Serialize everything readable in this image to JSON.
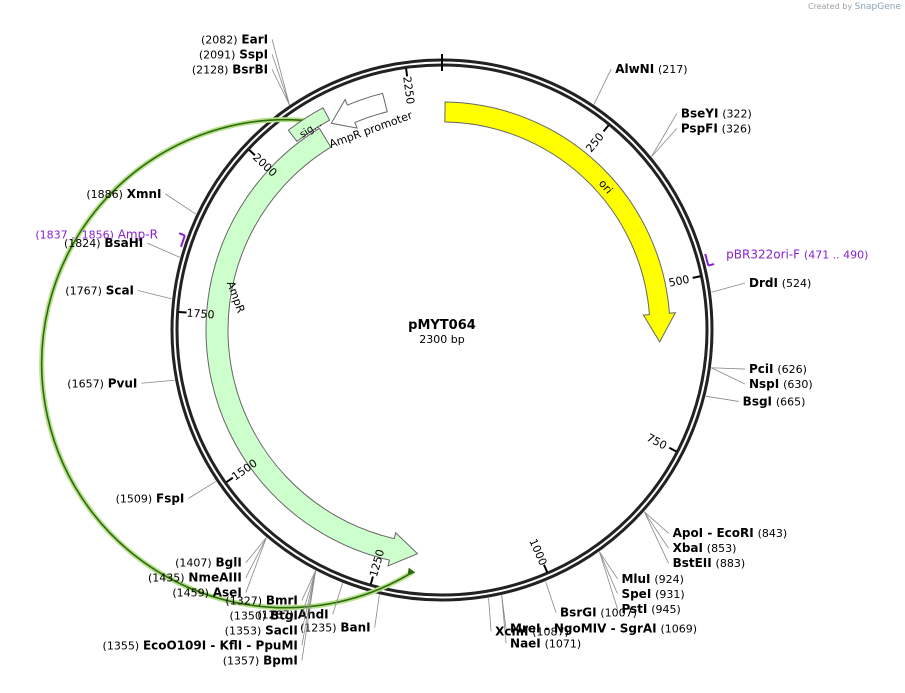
{
  "credit": {
    "prefix": "Created by",
    "brand": "SnapGene"
  },
  "plasmid": {
    "name": "pMYT064",
    "size_label": "2300 bp",
    "length": 2300
  },
  "ticks": [
    {
      "pos": 250,
      "label": "250"
    },
    {
      "pos": 500,
      "label": "500"
    },
    {
      "pos": 750,
      "label": "750"
    },
    {
      "pos": 1000,
      "label": "1000"
    },
    {
      "pos": 1250,
      "label": "1250"
    },
    {
      "pos": 1500,
      "label": "1500"
    },
    {
      "pos": 1750,
      "label": "1750"
    },
    {
      "pos": 2000,
      "label": "2000"
    },
    {
      "pos": 2250,
      "label": "2250"
    }
  ],
  "features": [
    {
      "name": "ori",
      "start": 5,
      "end": 595,
      "direction": "cw",
      "color": "#ffff00",
      "label": "ori"
    },
    {
      "name": "AmpR",
      "start": 1190,
      "end": 2100,
      "direction": "ccw",
      "color": "#ccffcc",
      "label": "AmpR"
    },
    {
      "name": "sig",
      "start": 2060,
      "end": 2120,
      "direction": "none",
      "color": "#ccffcc",
      "label": "sig..."
    },
    {
      "name": "AmpR promoter",
      "start": 2120,
      "end": 2210,
      "direction": "ccw",
      "color": "#ffffff",
      "label": "AmpR promoter"
    }
  ],
  "primers": [
    {
      "name": "pBR322ori-F",
      "label": "pBR322ori-F",
      "range": "(471 .. 490)",
      "pos": 480,
      "color": "#8822cc"
    },
    {
      "name": "Amp-R",
      "label": "Amp-R",
      "range": "(1837 .. 1856)",
      "pos": 1846,
      "color": "#8822cc"
    }
  ],
  "sites": [
    {
      "name": "AlwNI",
      "pos": 217,
      "lines": [
        {
          "name": "AlwNI",
          "num": "(217)"
        }
      ]
    },
    {
      "name": "BseYI",
      "pos": 322,
      "lines": [
        {
          "name": "BseYI",
          "num": "(322)"
        },
        {
          "name": "PspFI",
          "num": "(326)"
        }
      ]
    },
    {
      "name": "DrdI",
      "pos": 524,
      "lines": [
        {
          "name": "DrdI",
          "num": "(524)"
        }
      ]
    },
    {
      "name": "PciI",
      "pos": 626,
      "lines": [
        {
          "name": "PciI",
          "num": "(626)"
        },
        {
          "name": "NspI",
          "num": "(630)"
        }
      ]
    },
    {
      "name": "BsgI",
      "pos": 665,
      "lines": [
        {
          "name": "BsgI",
          "num": "(665)"
        }
      ]
    },
    {
      "name": "ApoI",
      "pos": 843,
      "lines": [
        {
          "name": "ApoI  - EcoRI",
          "num": "(843)"
        },
        {
          "name": "XbaI",
          "num": "(853)"
        },
        {
          "name": "BstEII",
          "num": "(883)"
        }
      ]
    },
    {
      "name": "MluI",
      "pos": 924,
      "lines": [
        {
          "name": "MluI",
          "num": "(924)"
        },
        {
          "name": "SpeI",
          "num": "(931)"
        },
        {
          "name": "PstI",
          "num": "(945)"
        }
      ]
    },
    {
      "name": "BsrGI",
      "pos": 1007,
      "lines": [
        {
          "name": "BsrGI",
          "num": "(1007)"
        }
      ]
    },
    {
      "name": "MreI",
      "pos": 1069,
      "lines": [
        {
          "name": "MreI  - NgoMIV  - SgrAI",
          "num": "(1069)"
        },
        {
          "name": "NaeI",
          "num": "(1071)"
        }
      ]
    },
    {
      "name": "XcmI",
      "pos": 1087,
      "lines": [
        {
          "name": "XcmI",
          "num": "(1087)"
        }
      ]
    },
    {
      "name": "BanI",
      "pos": 1235,
      "lines": [
        {
          "name": "BanI",
          "num": "(1235)"
        }
      ]
    },
    {
      "name": "AhdI",
      "pos": 1287,
      "lines": [
        {
          "name": "AhdI",
          "num": "(1287)"
        }
      ]
    },
    {
      "name": "BmrI",
      "pos": 1327,
      "lines": [
        {
          "name": "BmrI",
          "num": "(1327)"
        },
        {
          "name": "BtgI",
          "num": "(1350)"
        },
        {
          "name": "SacII",
          "num": "(1353)"
        },
        {
          "name": "EcoO109I  - KflI  - PpuMI",
          "num": "(1355)"
        },
        {
          "name": "BpmI",
          "num": "(1357)"
        }
      ]
    },
    {
      "name": "BglI",
      "pos": 1407,
      "lines": [
        {
          "name": "BglI",
          "num": "(1407)"
        },
        {
          "name": "NmeAIII",
          "num": "(1435)"
        },
        {
          "name": "AseI",
          "num": "(1459)"
        }
      ]
    },
    {
      "name": "FspI",
      "pos": 1509,
      "lines": [
        {
          "name": "FspI",
          "num": "(1509)"
        }
      ]
    },
    {
      "name": "PvuI",
      "pos": 1657,
      "lines": [
        {
          "name": "PvuI",
          "num": "(1657)"
        }
      ]
    },
    {
      "name": "ScaI",
      "pos": 1767,
      "lines": [
        {
          "name": "ScaI",
          "num": "(1767)"
        }
      ]
    },
    {
      "name": "BsaHI",
      "pos": 1824,
      "lines": [
        {
          "name": "BsaHI",
          "num": "(1824)"
        }
      ]
    },
    {
      "name": "XmnI",
      "pos": 1886,
      "lines": [
        {
          "name": "XmnI",
          "num": "(1886)"
        }
      ]
    },
    {
      "name": "EarI",
      "pos": 2082,
      "lines": [
        {
          "name": "EarI",
          "num": "(2082)"
        },
        {
          "name": "SspI",
          "num": "(2091)"
        },
        {
          "name": "BsrBI",
          "num": "(2128)"
        }
      ]
    }
  ]
}
